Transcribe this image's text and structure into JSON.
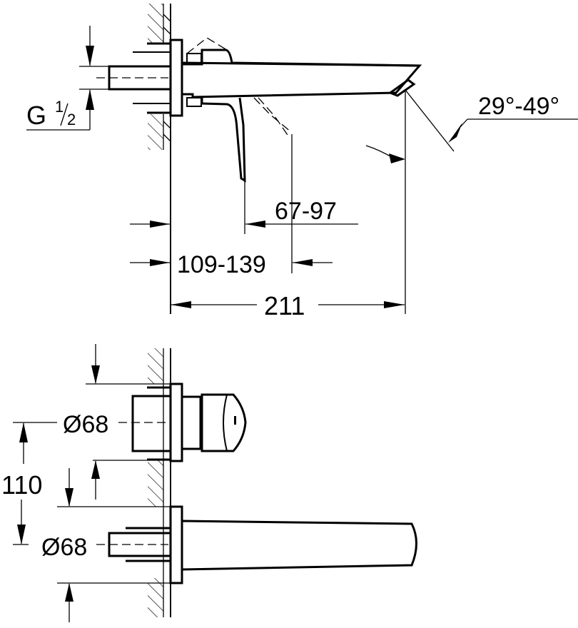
{
  "drawing": {
    "title": "Wall-mounted basin mixer dimension drawing",
    "side_view": {
      "thread_label_main": "G",
      "thread_label_num": "1",
      "thread_label_den": "2",
      "angle_label": "29°-49°",
      "dim_lever_offset": "67-97",
      "dim_projection": "109-139",
      "dim_spout_length": "211"
    },
    "front_view": {
      "dim_rosette_top": "Ø68",
      "dim_rosette_bottom": "Ø68",
      "dim_spacing": "110"
    },
    "colors": {
      "line": "#000000",
      "background": "#ffffff"
    }
  }
}
